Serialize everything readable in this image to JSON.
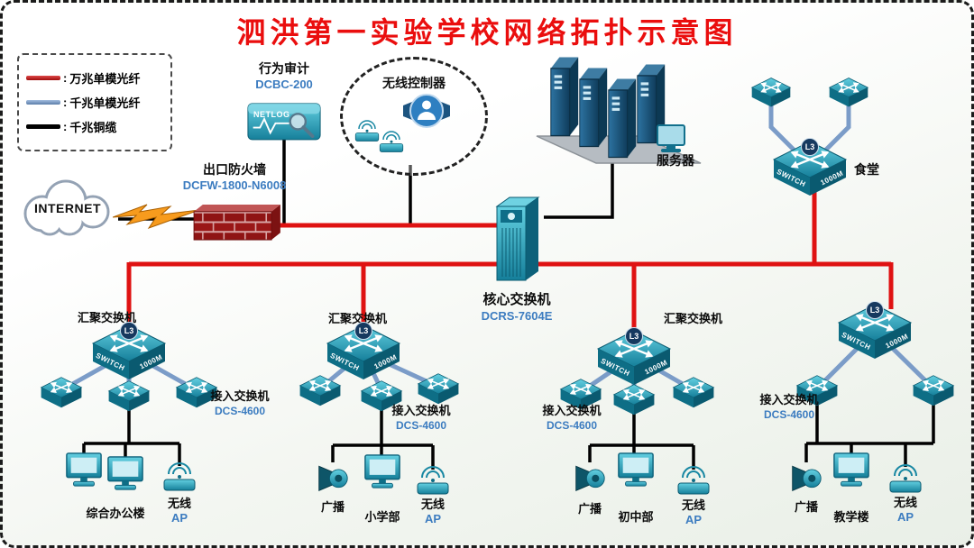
{
  "title": "泗洪第一实验学校网络拓扑示意图",
  "legend": {
    "colon": ":",
    "items": [
      {
        "label": "万兆单模光纤",
        "color": "#c41414"
      },
      {
        "label": "千兆单模光纤",
        "color": "#7b9cc8"
      },
      {
        "label": "千兆铜缆",
        "color": "#000000"
      }
    ]
  },
  "internet": {
    "label": "INTERNET"
  },
  "firewall": {
    "name": "出口防火墙",
    "model": "DCFW-1800-N6008"
  },
  "audit": {
    "name": "行为审计",
    "model": "DCBC-200",
    "device": "NETLOG"
  },
  "wlc": {
    "name": "无线控制器"
  },
  "servers": {
    "name": "服务器"
  },
  "canteen": {
    "name": "食堂"
  },
  "core": {
    "name": "核心交换机",
    "model": "DCRS-7604E"
  },
  "switch": {
    "badge": "L3",
    "line1": "SWITCH",
    "line2": "1000M"
  },
  "labels": {
    "aggregation": "汇聚交换机",
    "access": "接入交换机",
    "access_model": "DCS-4600",
    "broadcast": "广播",
    "wireless1": "无线",
    "wireless2": "AP"
  },
  "buildings": {
    "office": "综合办公楼",
    "primary": "小学部",
    "junior": "初中部",
    "teaching": "教学楼"
  }
}
